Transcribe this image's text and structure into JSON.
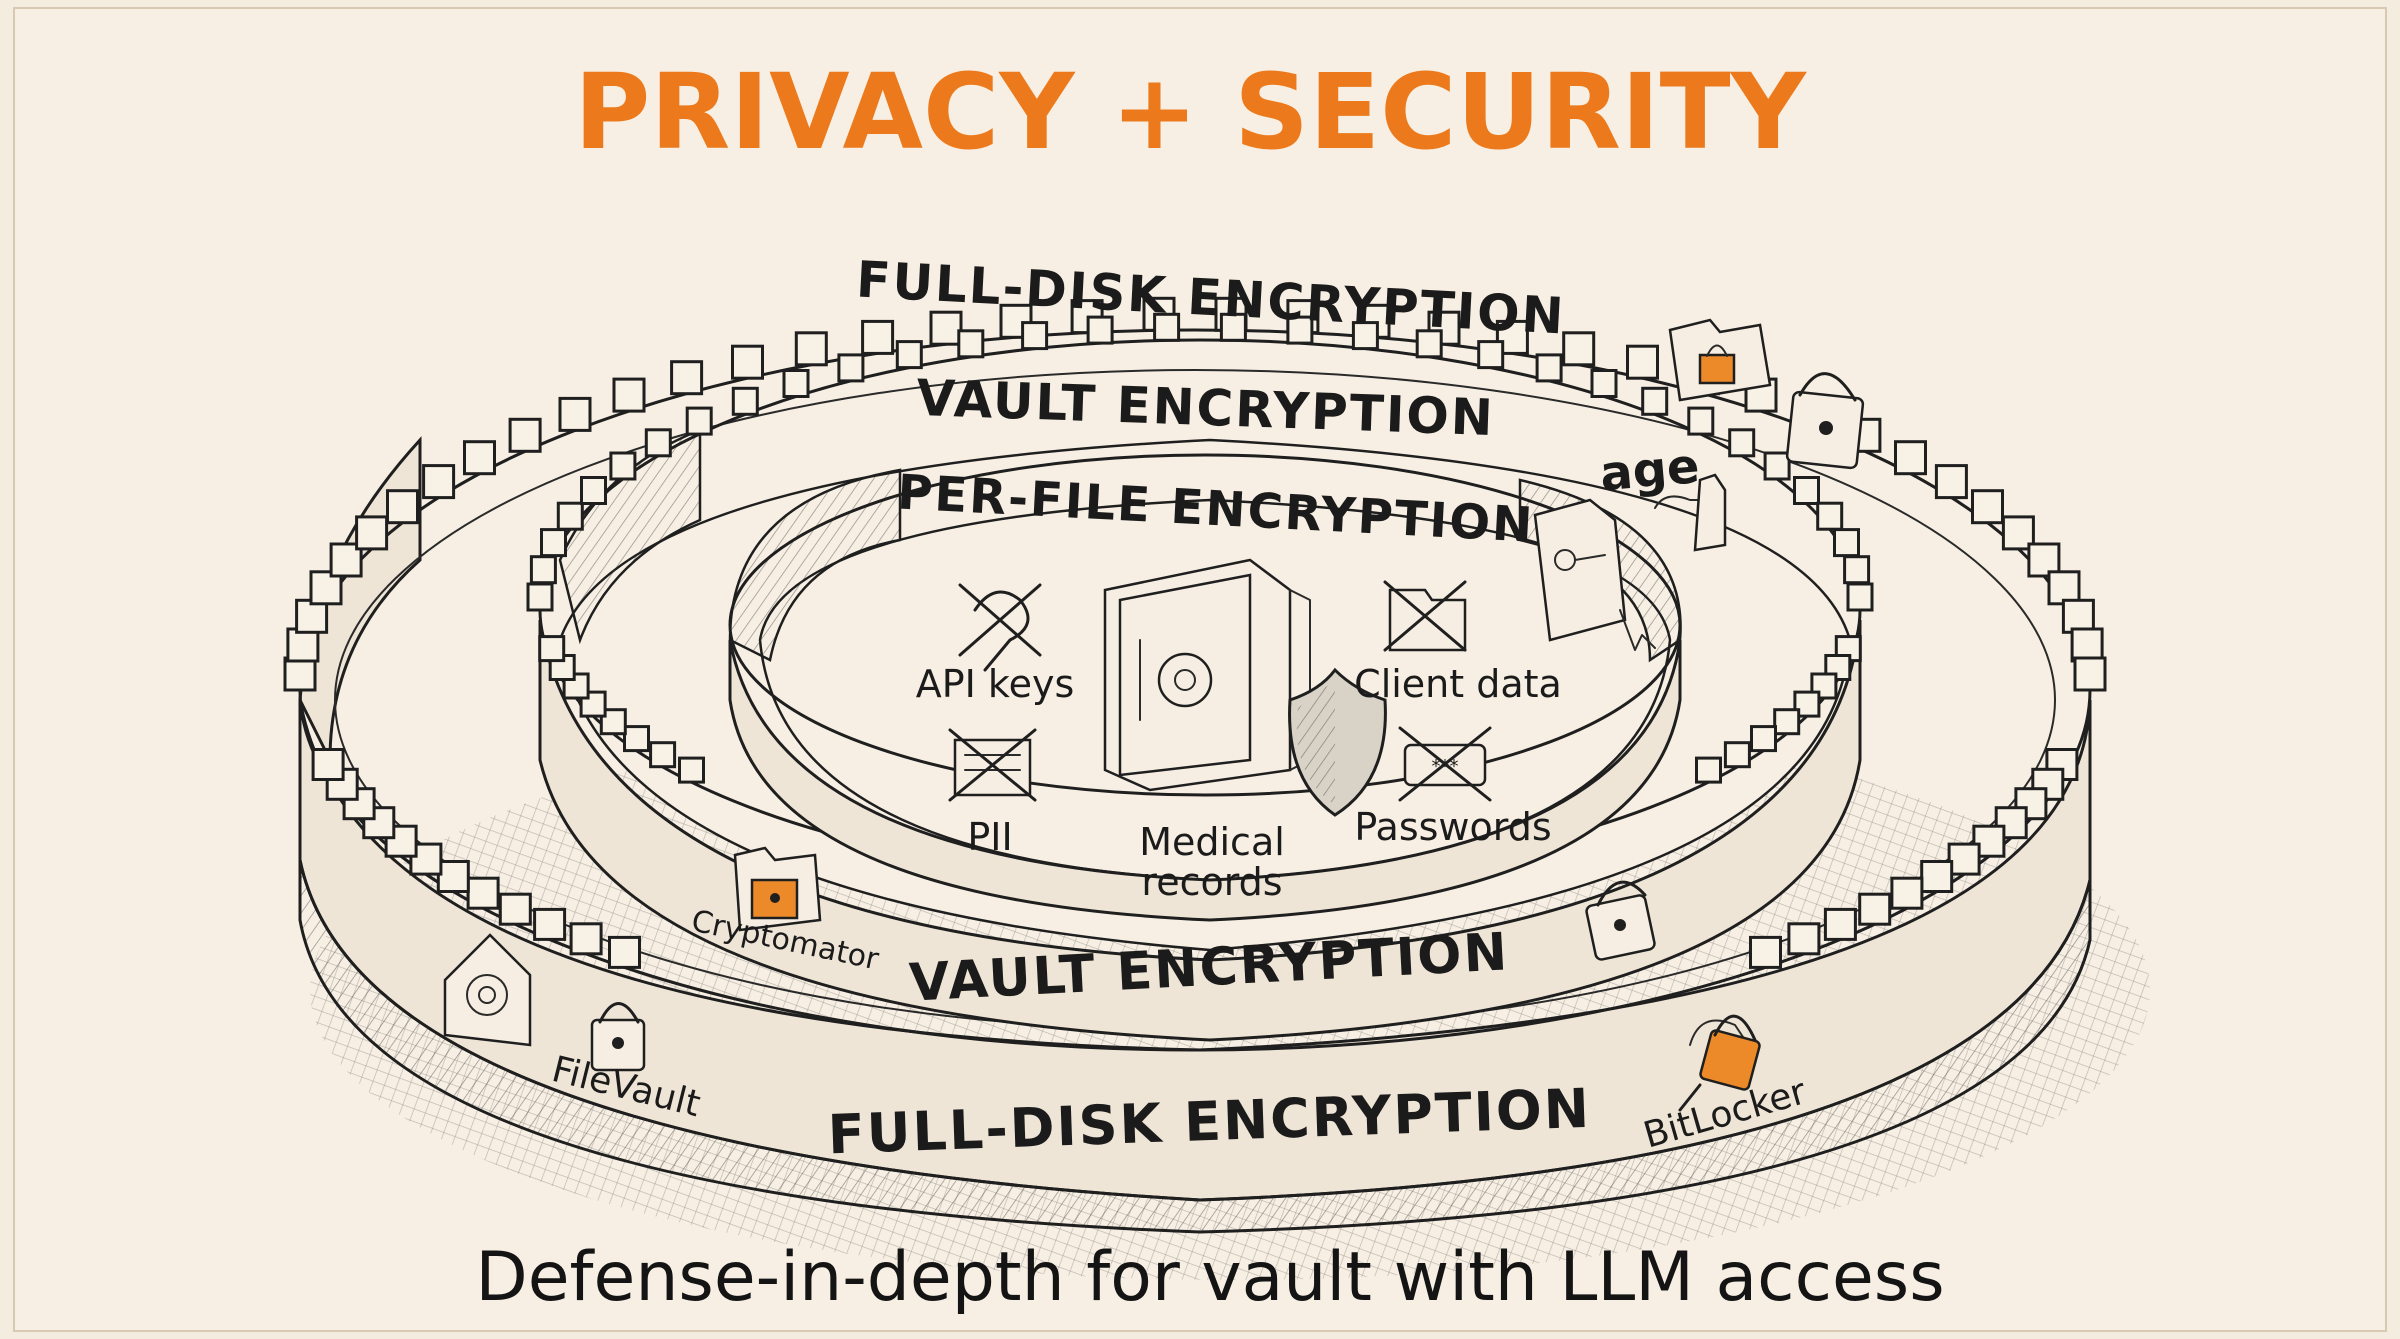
{
  "title": "PRIVACY + SECURITY",
  "rings": {
    "outer_top": "FULL-DISK ENCRYPTION",
    "middle_top": "VAULT ENCRYPTION",
    "inner_top": "PER-FILE ENCRYPTION",
    "middle_bottom": "VAULT ENCRYPTION",
    "outer_bottom": "FULL-DISK ENCRYPTION"
  },
  "items": {
    "api_keys": "API keys",
    "client_data": "Client data",
    "pii": "PII",
    "passwords": "Passwords",
    "medical_line1": "Medical",
    "medical_line2": "records"
  },
  "tools": {
    "age": "age",
    "cryptomator": "Cryptomator",
    "filevault": "FileVault",
    "bitlocker": "BitLocker"
  },
  "caption": "Defense-in-depth for vault with LLM access",
  "colors": {
    "accent": "#ec7a1c",
    "ink": "#1f1f1f",
    "paper": "#f5ece0"
  },
  "icons": [
    "folder-lock-icon",
    "padlock-icon",
    "key-file-icon",
    "safe-icon",
    "shield-icon",
    "house-icon",
    "key-lock-icon"
  ]
}
